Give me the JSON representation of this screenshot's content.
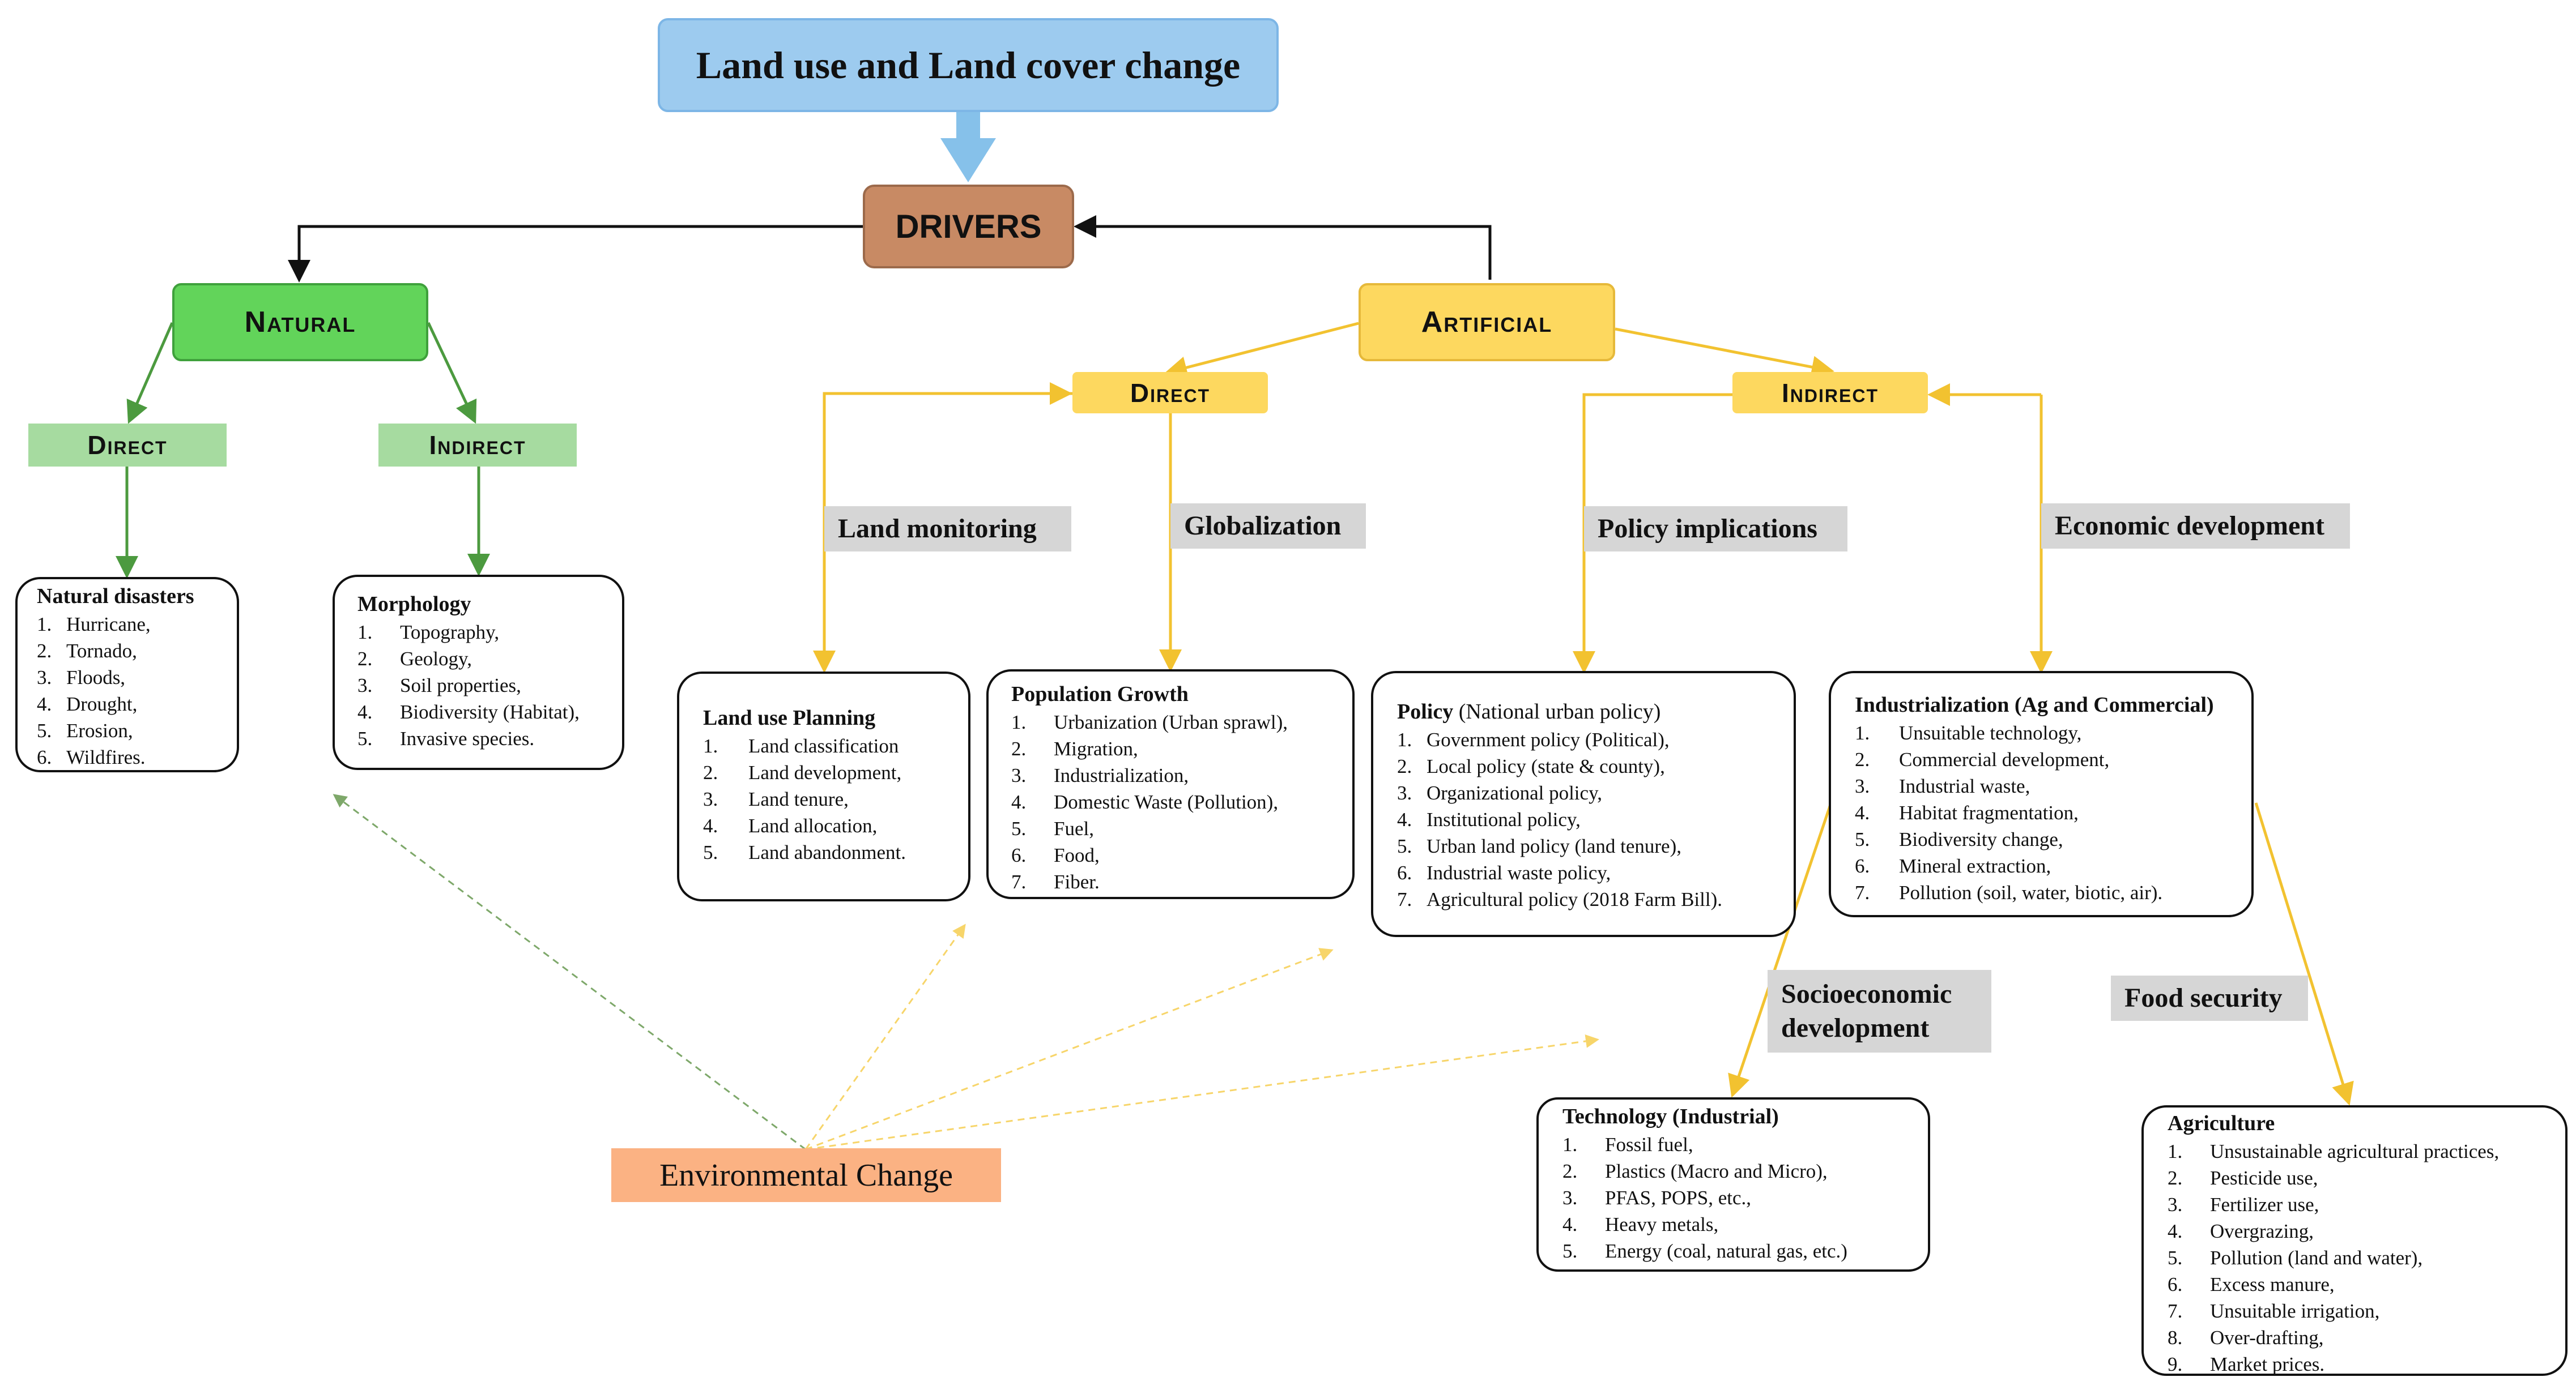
{
  "colors": {
    "title": "#9dcbef",
    "drivers": "#c88a64",
    "natural": "#62d45a",
    "natural_tag": "#a6dba0",
    "artificial": "#fdd85f",
    "label_grey": "#d6d6d6",
    "environment": "#fbb283"
  },
  "title": "Land use and Land cover change",
  "drivers": "DRIVERS",
  "natural": {
    "label": "Natural",
    "direct": "Direct",
    "indirect": "Indirect",
    "natural_disasters": {
      "title": "Natural disasters",
      "items": [
        {
          "n": "1.",
          "t": "Hurricane,"
        },
        {
          "n": "2.",
          "t": "Tornado,"
        },
        {
          "n": "3.",
          "t": "Floods,"
        },
        {
          "n": "4.",
          "t": "Drought,"
        },
        {
          "n": "5.",
          "t": "Erosion,"
        },
        {
          "n": "6.",
          "t": "Wildfires."
        }
      ]
    },
    "morphology": {
      "title": "Morphology",
      "items": [
        {
          "n": "1.",
          "t": "Topography,"
        },
        {
          "n": "2.",
          "t": "Geology,"
        },
        {
          "n": "3.",
          "t": "Soil properties,"
        },
        {
          "n": "4.",
          "t": "Biodiversity (Habitat),"
        },
        {
          "n": "5.",
          "t": "Invasive species."
        }
      ]
    }
  },
  "artificial": {
    "label": "Artificial",
    "direct": "Direct",
    "indirect": "Indirect",
    "land_monitoring": "Land monitoring",
    "globalization": "Globalization",
    "policy_implications": "Policy implications",
    "economic_development": "Economic development",
    "socioeconomic_development": "Socioeconomic development",
    "food_security": "Food security",
    "land_use_planning": {
      "title": "Land use Planning",
      "items": [
        {
          "n": "1.",
          "t": "Land classification"
        },
        {
          "n": "2.",
          "t": "Land development,"
        },
        {
          "n": "3.",
          "t": "Land tenure,"
        },
        {
          "n": "4.",
          "t": "Land allocation,"
        },
        {
          "n": "5.",
          "t": "Land abandonment."
        }
      ]
    },
    "population_growth": {
      "title": "Population Growth",
      "items": [
        {
          "n": "1.",
          "t": "Urbanization (Urban sprawl),"
        },
        {
          "n": "2.",
          "t": "Migration,"
        },
        {
          "n": "3.",
          "t": "Industrialization,"
        },
        {
          "n": "4.",
          "t": "Domestic Waste (Pollution),"
        },
        {
          "n": "5.",
          "t": "Fuel,"
        },
        {
          "n": "6.",
          "t": "Food,"
        },
        {
          "n": "7.",
          "t": "Fiber."
        }
      ]
    },
    "policy": {
      "title": "Policy",
      "title_suffix": "(National urban policy)",
      "items": [
        {
          "n": "1.",
          "t": "Government policy (Political),"
        },
        {
          "n": "2.",
          "t": "Local policy (state & county),"
        },
        {
          "n": "3.",
          "t": "Organizational policy,"
        },
        {
          "n": "4.",
          "t": "Institutional policy,"
        },
        {
          "n": "5.",
          "t": "Urban land policy (land tenure),"
        },
        {
          "n": "6.",
          "t": "Industrial waste policy,"
        },
        {
          "n": "7.",
          "t": "Agricultural policy (2018 Farm Bill)."
        }
      ]
    },
    "industrialization": {
      "title": "Industrialization (Ag and Commercial)",
      "items": [
        {
          "n": "1.",
          "t": "Unsuitable technology,"
        },
        {
          "n": "2.",
          "t": "Commercial development,"
        },
        {
          "n": "3.",
          "t": "Industrial waste,"
        },
        {
          "n": "4.",
          "t": "Habitat fragmentation,"
        },
        {
          "n": "5.",
          "t": "Biodiversity change,"
        },
        {
          "n": "6.",
          "t": "Mineral extraction,"
        },
        {
          "n": "7.",
          "t": "Pollution (soil, water, biotic, air)."
        }
      ]
    },
    "technology": {
      "title": "Technology (Industrial)",
      "items": [
        {
          "n": "1.",
          "t": "Fossil fuel,"
        },
        {
          "n": "2.",
          "t": "Plastics (Macro and Micro),"
        },
        {
          "n": "3.",
          "t": "PFAS, POPS, etc.,"
        },
        {
          "n": "4.",
          "t": "Heavy metals,"
        },
        {
          "n": "5.",
          "t": "Energy (coal, natural gas, etc.)"
        }
      ]
    },
    "agriculture": {
      "title": "Agriculture",
      "items": [
        {
          "n": "1.",
          "t": "Unsustainable agricultural practices,"
        },
        {
          "n": "2.",
          "t": "Pesticide use,"
        },
        {
          "n": "3.",
          "t": "Fertilizer use,"
        },
        {
          "n": "4.",
          "t": "Overgrazing,"
        },
        {
          "n": "5.",
          "t": "Pollution (land and water),"
        },
        {
          "n": "6.",
          "t": "Excess manure,"
        },
        {
          "n": "7.",
          "t": "Unsuitable irrigation,"
        },
        {
          "n": "8.",
          "t": "Over-drafting,"
        },
        {
          "n": "9.",
          "t": "Market prices."
        }
      ]
    }
  },
  "environmental_change": "Environmental Change"
}
